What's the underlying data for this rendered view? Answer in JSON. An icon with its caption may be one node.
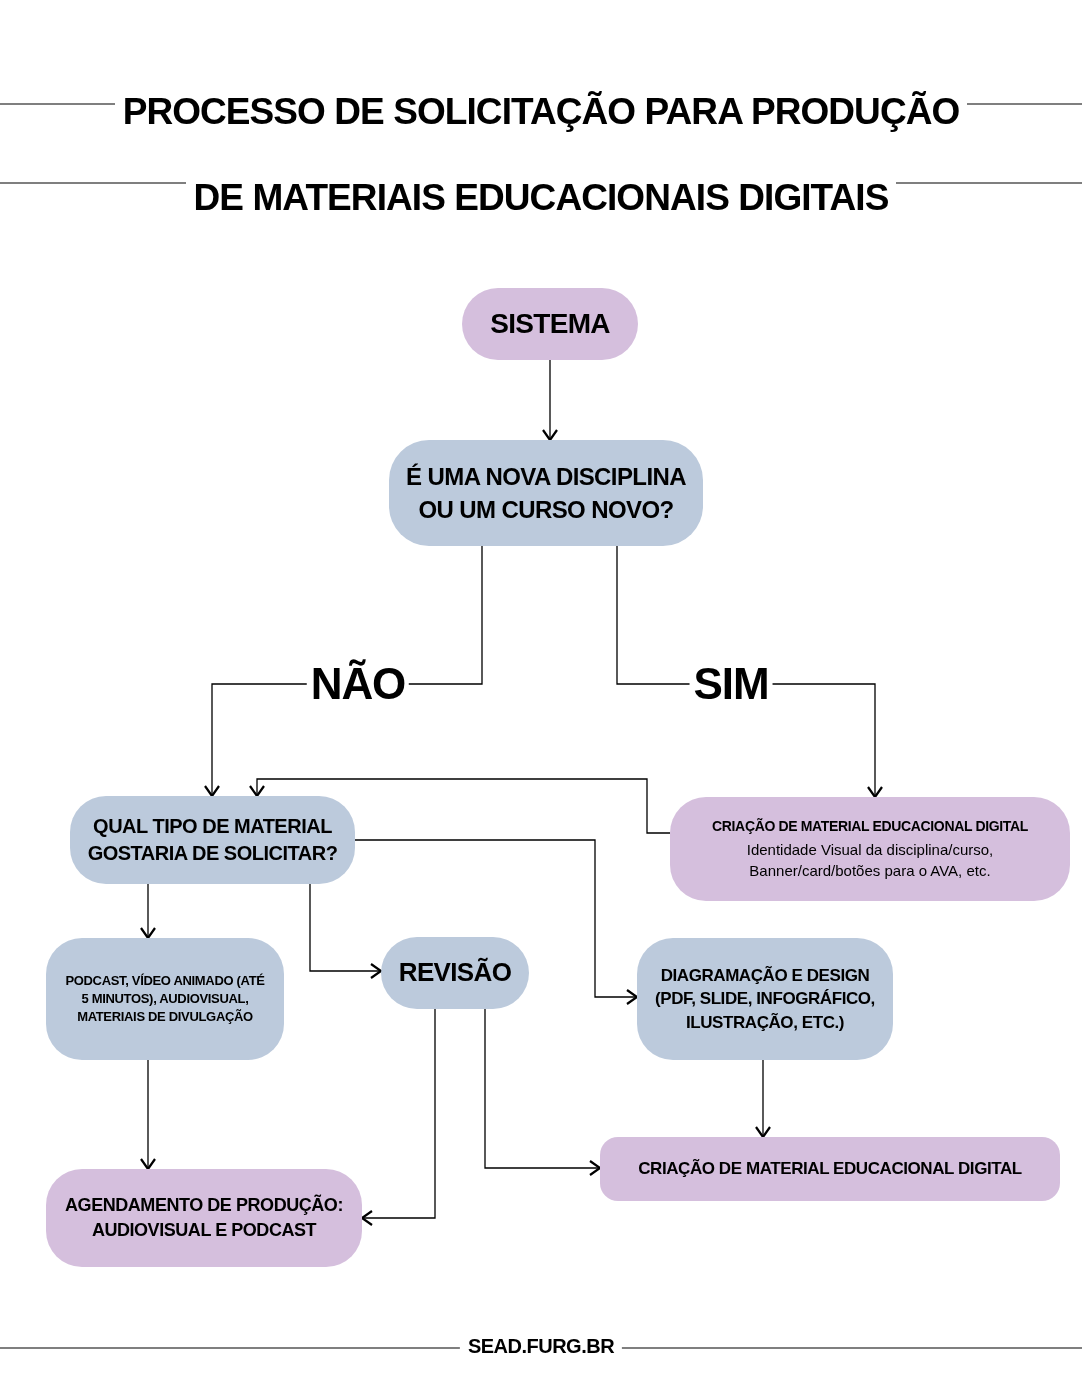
{
  "diagram": {
    "title": "PROCESSO DE SOLICITAÇÃO PARA PRODUÇÃO DE MATERIAIS EDUCACIONAIS DIGITAIS",
    "nodes": [
      {
        "text": [
          "SISTEMA"
        ]
      },
      {
        "text": [
          "É UMA NOVA DISCIPLINA OU UM CURSO NOVO?"
        ]
      },
      {
        "text": [
          "QUAL TIPO DE MATERIAL GOSTARIA DE SOLICITAR?"
        ]
      },
      {
        "text": [
          "CRIAÇÃO DE MATERIAL EDUCACIONAL DIGITAL",
          "Identidade Visual da disciplina/curso, Banner/card/botões para o AVA, etc."
        ]
      },
      {
        "text": [
          "PODCAST, VÍDEO ANIMADO (ATÉ 5 MINUTOS), AUDIOVISUAL, MATERIAIS DE DIVULGAÇÃO"
        ]
      },
      {
        "text": [
          "REVISÃO"
        ]
      },
      {
        "text": [
          "DIAGRAMAÇÃO E DESIGN (PDF, SLIDE, INFOGRÁFICO, ILUSTRAÇÃO, ETC.)"
        ]
      },
      {
        "text": [
          "AGENDAMENTO DE PRODUÇÃO: AUDIOVISUAL E PODCAST"
        ]
      },
      {
        "text": [
          "CRIAÇÃO DE MATERIAL EDUCACIONAL DIGITAL"
        ]
      }
    ],
    "edges": [
      {
        "from": 0,
        "to": 1,
        "arrow": "to"
      },
      {
        "from": 1,
        "to": 2,
        "arrow": "to",
        "label": "NÃO"
      },
      {
        "from": 1,
        "to": 3,
        "arrow": "to",
        "label": "SIM"
      },
      {
        "from": 3,
        "to": 2,
        "arrow": "to"
      },
      {
        "from": 2,
        "to": 6,
        "arrow": "to"
      },
      {
        "from": 2,
        "to": 4,
        "arrow": "to"
      },
      {
        "from": 2,
        "to": 5,
        "arrow": "to"
      },
      {
        "from": 4,
        "to": 7,
        "arrow": "to"
      },
      {
        "from": 5,
        "to": 7,
        "arrow": "to"
      },
      {
        "from": 5,
        "to": 8,
        "arrow": "to"
      },
      {
        "from": 6,
        "to": 8,
        "arrow": "to"
      }
    ],
    "labels": [
      "SEAD.FURG.BR"
    ]
  }
}
